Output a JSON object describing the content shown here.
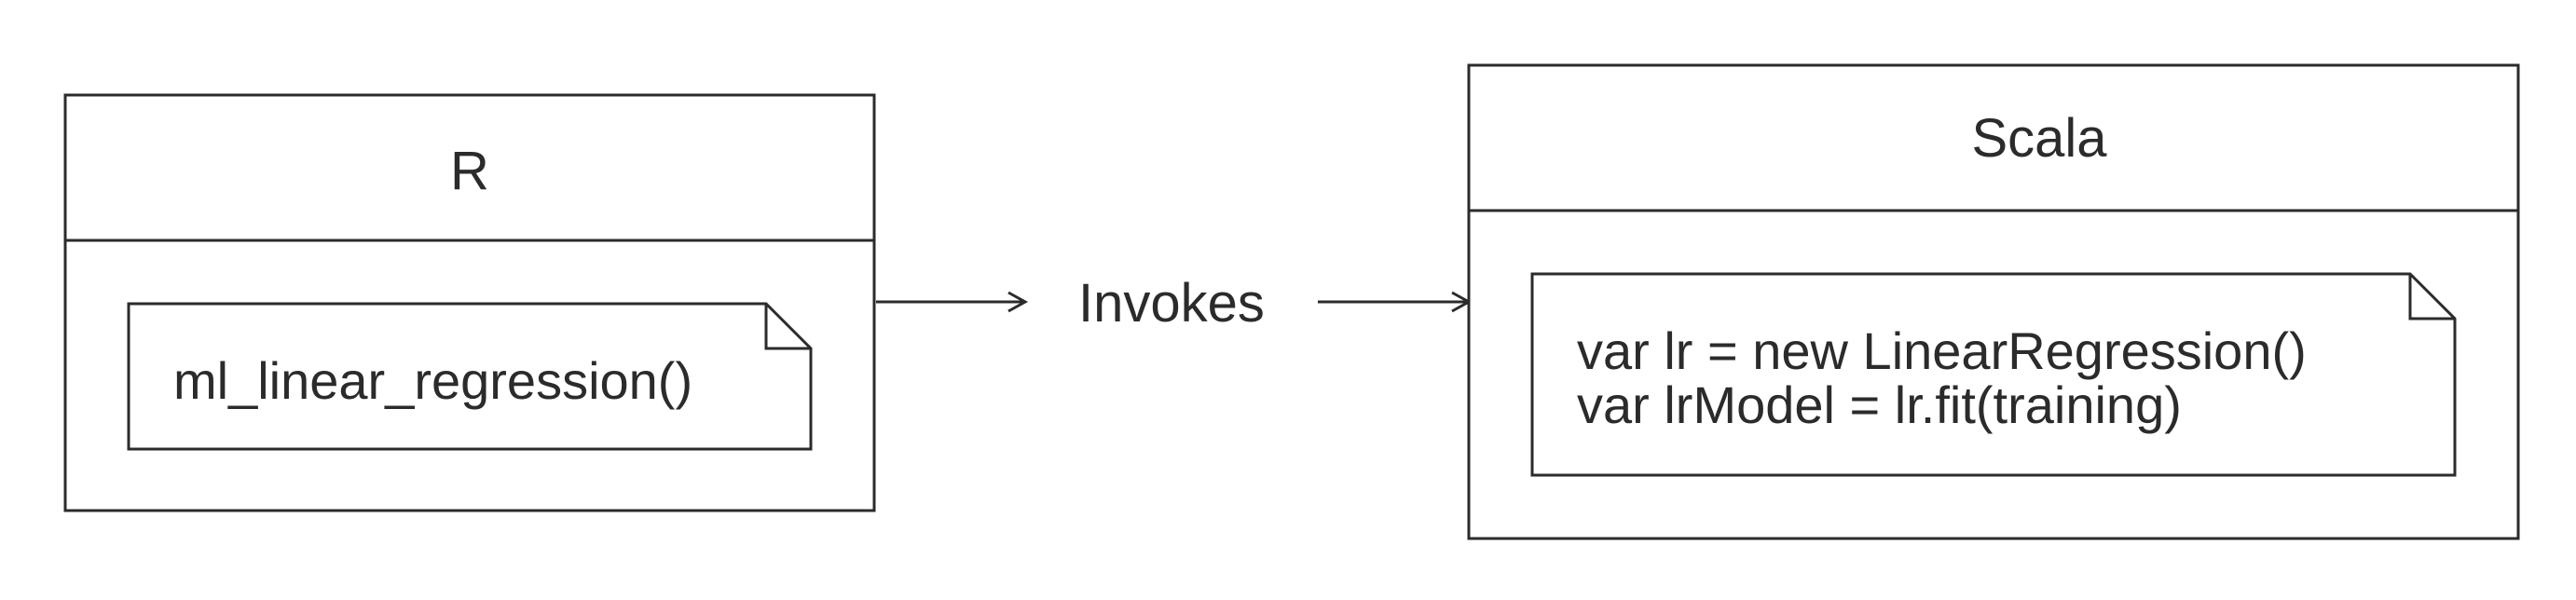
{
  "diagram": {
    "left_box": {
      "title": "R",
      "note": [
        "ml_linear_regression()"
      ]
    },
    "connector": {
      "label": "Invokes"
    },
    "right_box": {
      "title": "Scala",
      "note": [
        "var lr = new LinearRegression()",
        "var lrModel = lr.fit(training)"
      ]
    }
  }
}
